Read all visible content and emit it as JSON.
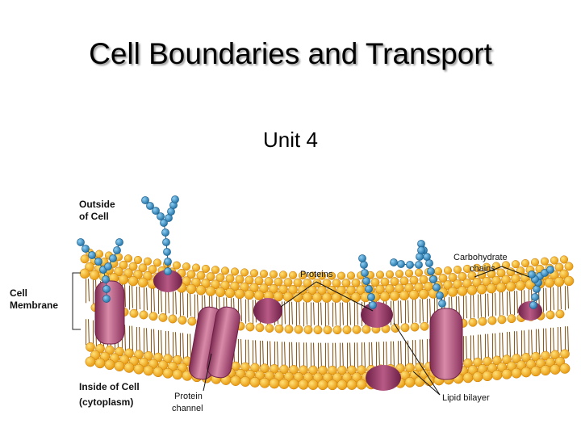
{
  "slide": {
    "title": "Cell Boundaries and Transport",
    "subtitle": "Unit 4"
  },
  "figure": {
    "labels": {
      "outside_line1": "Outside",
      "outside_line2": "of Cell",
      "cell_line1": "Cell",
      "cell_line2": "Membrane",
      "inside_line1": "Inside of Cell",
      "inside_line2": "(cytoplasm)",
      "proteins": "Proteins",
      "carbohydrate_line1": "Carbohydrate",
      "carbohydrate_line2": "chains",
      "protein_channel_line1": "Protein",
      "protein_channel_line2": "channel",
      "lipid_bilayer": "Lipid bilayer"
    },
    "colors": {
      "lipid_head": "#f5b320",
      "lipid_head_highlight": "#ffe27a",
      "lipid_tail": "#8a5a1e",
      "protein": "#a8456e",
      "protein_light": "#d98aa8",
      "carbohydrate": "#2f8fc9",
      "carbohydrate_dark": "#1c5f8c"
    }
  }
}
